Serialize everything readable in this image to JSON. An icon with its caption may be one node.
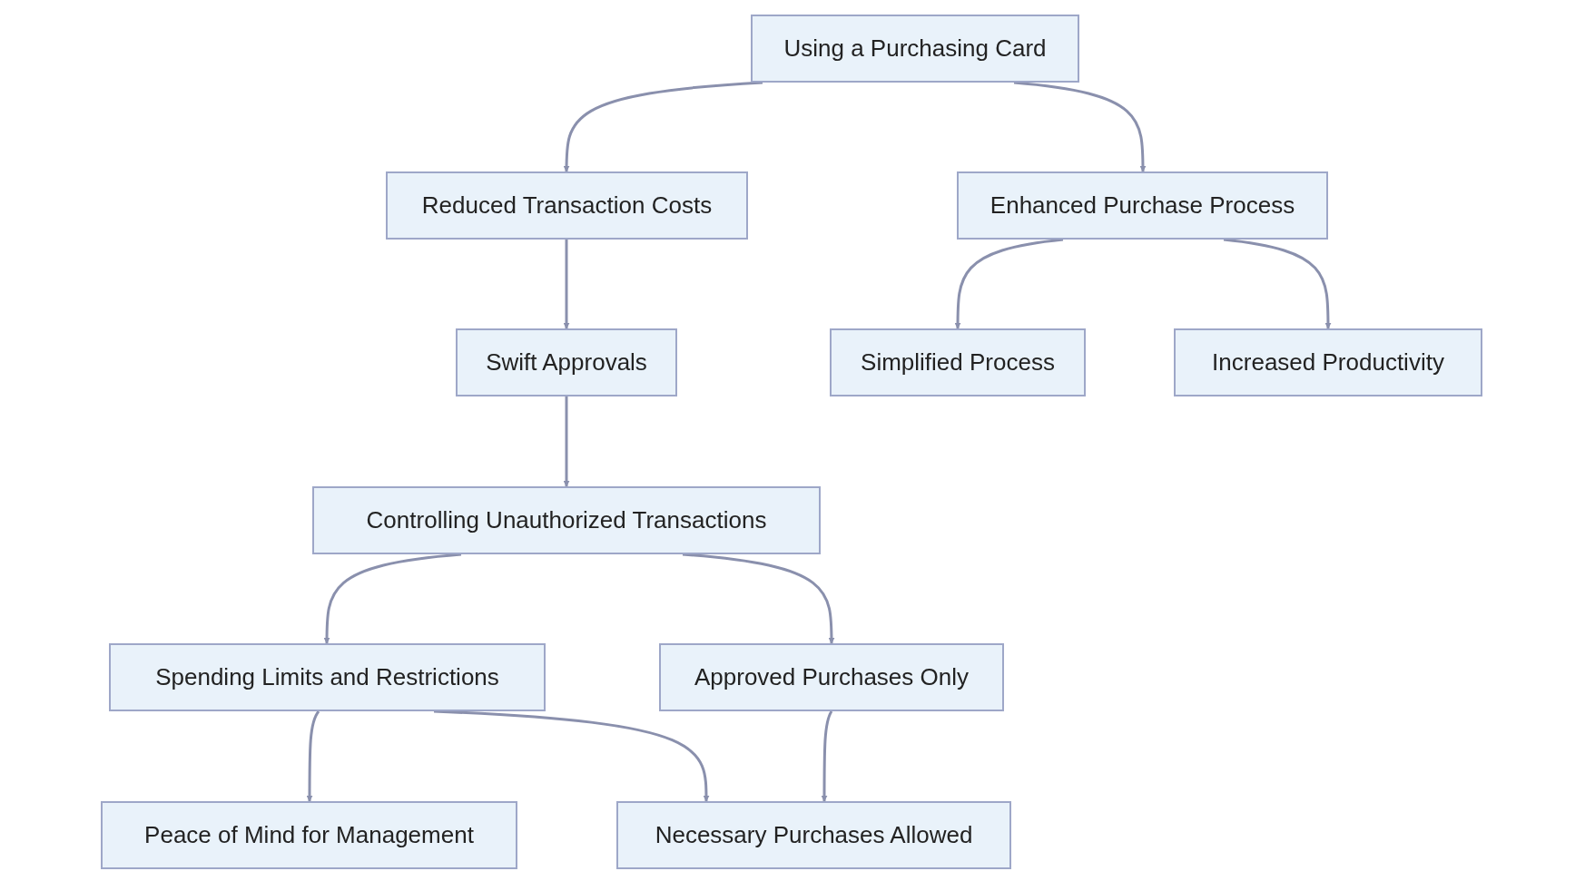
{
  "diagram": {
    "nodes": [
      {
        "text": [
          "Using a Purchasing Card"
        ]
      },
      {
        "text": [
          "Reduced Transaction Costs"
        ]
      },
      {
        "text": [
          "Enhanced Purchase Process"
        ]
      },
      {
        "text": [
          "Swift Approvals"
        ]
      },
      {
        "text": [
          "Simplified Process"
        ]
      },
      {
        "text": [
          "Increased Productivity"
        ]
      },
      {
        "text": [
          "Controlling Unauthorized Transactions"
        ]
      },
      {
        "text": [
          "Spending Limits and Restrictions"
        ]
      },
      {
        "text": [
          "Approved Purchases Only"
        ]
      },
      {
        "text": [
          "Peace of Mind for Management"
        ]
      },
      {
        "text": [
          "Necessary Purchases Allowed"
        ]
      }
    ],
    "edges": [
      {
        "from": 0,
        "to": 1,
        "arrow": "to"
      },
      {
        "from": 0,
        "to": 2,
        "arrow": "to"
      },
      {
        "from": 1,
        "to": 3,
        "arrow": "to"
      },
      {
        "from": 2,
        "to": 4,
        "arrow": "to"
      },
      {
        "from": 2,
        "to": 5,
        "arrow": "to"
      },
      {
        "from": 3,
        "to": 6,
        "arrow": "to"
      },
      {
        "from": 6,
        "to": 7,
        "arrow": "to"
      },
      {
        "from": 6,
        "to": 8,
        "arrow": "to"
      },
      {
        "from": 7,
        "to": 9,
        "arrow": "to"
      },
      {
        "from": 7,
        "to": 10,
        "arrow": "to"
      },
      {
        "from": 8,
        "to": 10,
        "arrow": "to"
      }
    ]
  }
}
